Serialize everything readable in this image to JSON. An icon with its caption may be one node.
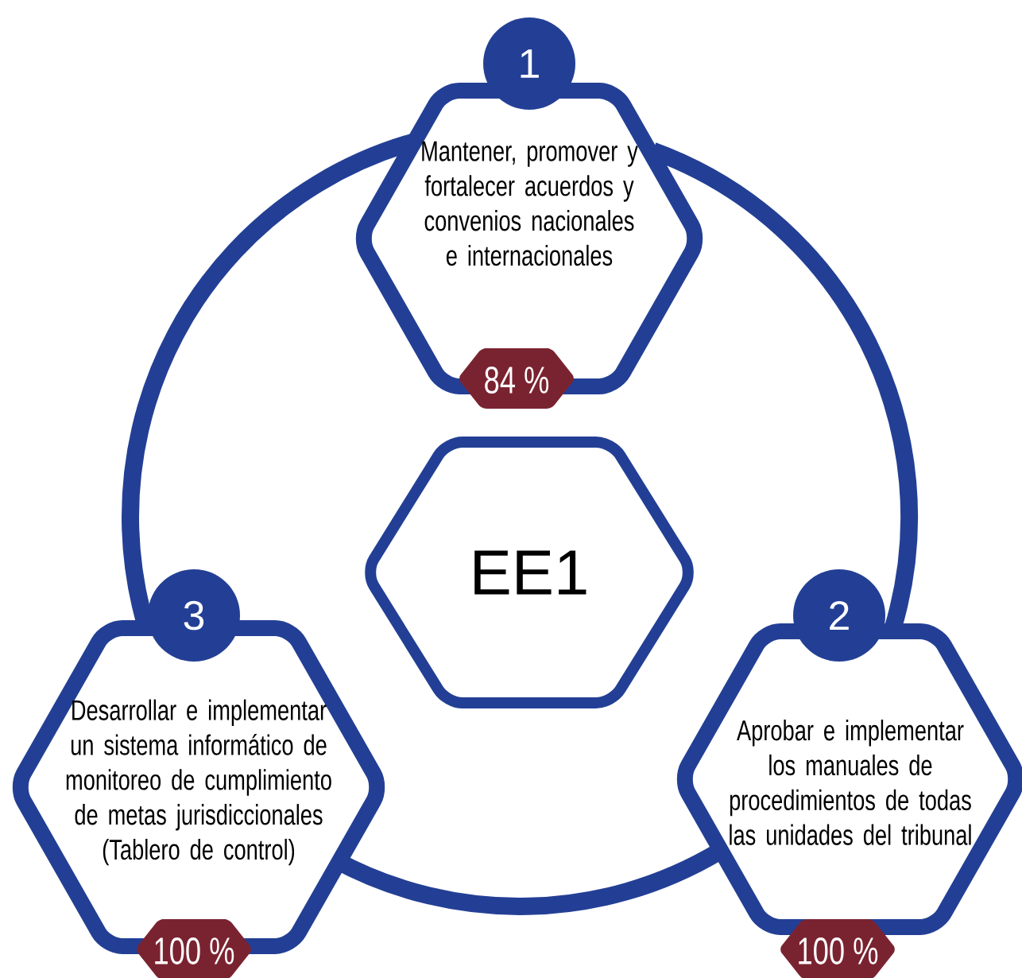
{
  "diagram": {
    "nodes": [
      {
        "text": [
          "EE1"
        ]
      },
      {
        "text": [
          "Mantener, promover y fortalecer acuerdos y convenios nacionales e internacionales"
        ]
      },
      {
        "text": [
          "1"
        ]
      },
      {
        "text": [
          "84 %"
        ]
      },
      {
        "text": [
          "Aprobar e implementar los manuales de procedimientos de todas las unidades del tribunal"
        ]
      },
      {
        "text": [
          "2"
        ]
      },
      {
        "text": [
          "100 %"
        ]
      },
      {
        "text": [
          "Desarrollar e implementar un sistema informático de monitoreo de cumplimiento de metas jurisdiccionales (Tablero de control)"
        ]
      },
      {
        "text": [
          "3"
        ]
      },
      {
        "text": [
          "100 %"
        ]
      }
    ],
    "edges": [
      {
        "from": 1,
        "to": 4,
        "arrow": "none"
      },
      {
        "from": 4,
        "to": 7,
        "arrow": "none"
      },
      {
        "from": 7,
        "to": 1,
        "arrow": "none"
      }
    ]
  }
}
